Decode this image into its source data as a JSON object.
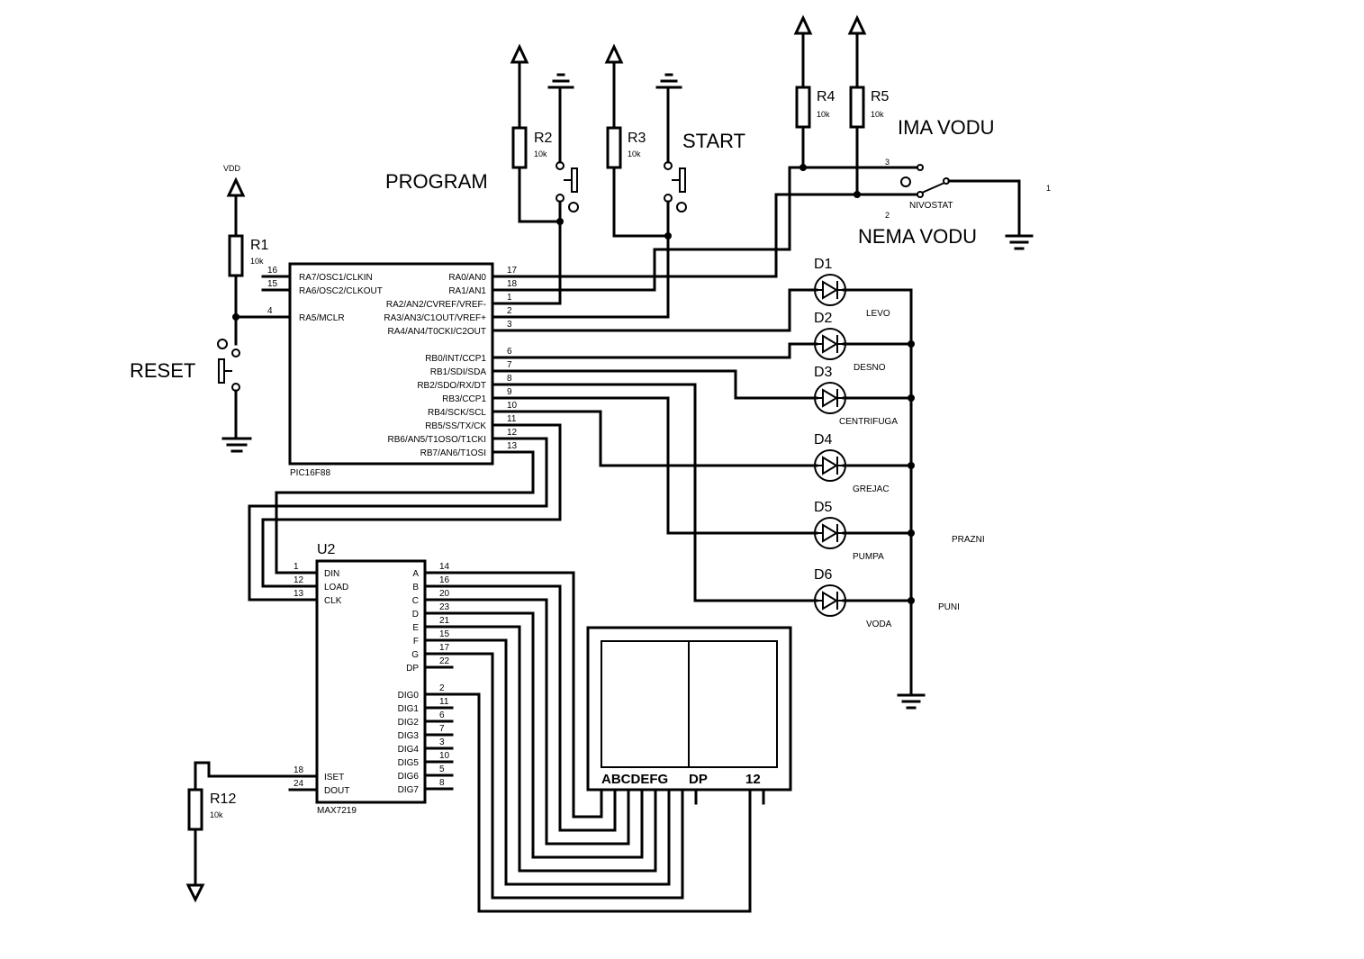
{
  "labels": {
    "program": "PROGRAM",
    "start": "START",
    "reset": "RESET",
    "ima_vodu": "IMA VODU",
    "nema_vodu": "NEMA VODU",
    "nivostat": "NIVOSTAT",
    "vdd": "VDD",
    "prazni": "PRAZNI",
    "puni": "PUNI",
    "sw_pin3": "3",
    "sw_pin2": "2",
    "sw_pin1": "1"
  },
  "resistors": {
    "r1": {
      "ref": "R1",
      "val": "10k"
    },
    "r2": {
      "ref": "R2",
      "val": "10k"
    },
    "r3": {
      "ref": "R3",
      "val": "10k"
    },
    "r4": {
      "ref": "R4",
      "val": "10k"
    },
    "r5": {
      "ref": "R5",
      "val": "10k"
    },
    "r12": {
      "ref": "R12",
      "val": "10k"
    }
  },
  "leds": [
    {
      "ref": "D1",
      "label": "LEVO"
    },
    {
      "ref": "D2",
      "label": "DESNO"
    },
    {
      "ref": "D3",
      "label": "CENTRIFUGA"
    },
    {
      "ref": "D4",
      "label": "GREJAC"
    },
    {
      "ref": "D5",
      "label": "PUMPA"
    },
    {
      "ref": "D6",
      "label": "VODA"
    }
  ],
  "pic": {
    "name": "PIC16F88",
    "left_pins": [
      {
        "num": "16",
        "name": "RA7/OSC1/CLKIN"
      },
      {
        "num": "15",
        "name": "RA6/OSC2/CLKOUT"
      },
      {
        "num": "4",
        "name": "RA5/MCLR"
      }
    ],
    "right_pins": [
      {
        "num": "17",
        "name": "RA0/AN0"
      },
      {
        "num": "18",
        "name": "RA1/AN1"
      },
      {
        "num": "1",
        "name": "RA2/AN2/CVREF/VREF-"
      },
      {
        "num": "2",
        "name": "RA3/AN3/C1OUT/VREF+"
      },
      {
        "num": "3",
        "name": "RA4/AN4/T0CKI/C2OUT"
      },
      {
        "num": "6",
        "name": "RB0/INT/CCP1"
      },
      {
        "num": "7",
        "name": "RB1/SDI/SDA"
      },
      {
        "num": "8",
        "name": "RB2/SDO/RX/DT"
      },
      {
        "num": "9",
        "name": "RB3/CCP1"
      },
      {
        "num": "10",
        "name": "RB4/SCK/SCL"
      },
      {
        "num": "11",
        "name": "RB5/SS/TX/CK"
      },
      {
        "num": "12",
        "name": "RB6/AN5/T1OSO/T1CKI"
      },
      {
        "num": "13",
        "name": "RB7/AN6/T1OSI"
      }
    ]
  },
  "max": {
    "ref": "U2",
    "name": "MAX7219",
    "left_pins": [
      {
        "num": "1",
        "name": "DIN"
      },
      {
        "num": "12",
        "name": "LOAD"
      },
      {
        "num": "13",
        "name": "CLK"
      },
      {
        "num": "18",
        "name": "ISET"
      },
      {
        "num": "24",
        "name": "DOUT"
      }
    ],
    "seg_pins": [
      {
        "num": "14",
        "name": "A"
      },
      {
        "num": "16",
        "name": "B"
      },
      {
        "num": "20",
        "name": "C"
      },
      {
        "num": "23",
        "name": "D"
      },
      {
        "num": "21",
        "name": "E"
      },
      {
        "num": "15",
        "name": "F"
      },
      {
        "num": "17",
        "name": "G"
      },
      {
        "num": "22",
        "name": "DP"
      }
    ],
    "dig_pins": [
      {
        "num": "2",
        "name": "DIG0"
      },
      {
        "num": "11",
        "name": "DIG1"
      },
      {
        "num": "6",
        "name": "DIG2"
      },
      {
        "num": "7",
        "name": "DIG3"
      },
      {
        "num": "3",
        "name": "DIG4"
      },
      {
        "num": "10",
        "name": "DIG5"
      },
      {
        "num": "5",
        "name": "DIG6"
      },
      {
        "num": "8",
        "name": "DIG7"
      }
    ]
  },
  "display": {
    "seg_label": "ABCDEFG",
    "dp_label": "DP",
    "dig_label": "12"
  }
}
